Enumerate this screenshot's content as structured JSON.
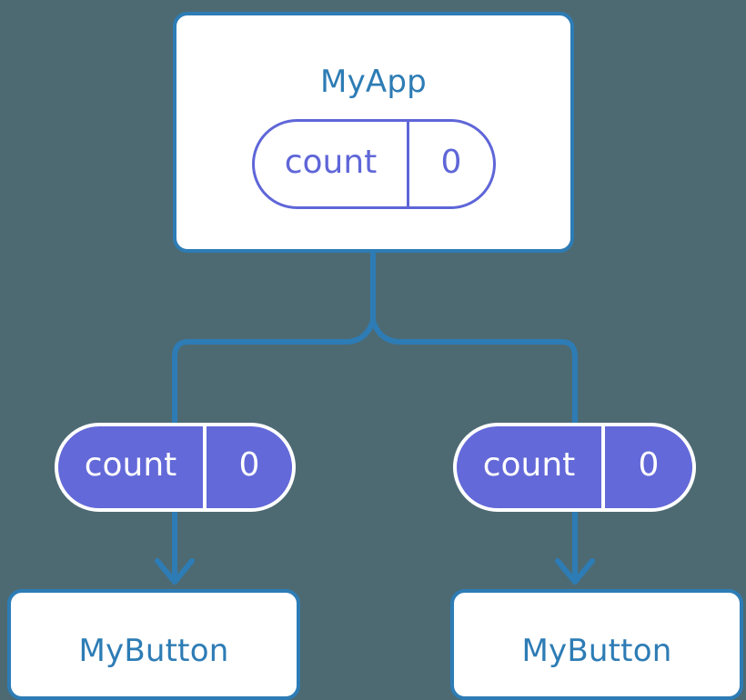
{
  "diagram": {
    "title_text": "MyApp",
    "background_color": "#4d6a73",
    "accent_blue": "#2d7cb5",
    "accent_purple": "#6369d8",
    "nodes": {
      "root": {
        "label": "MyApp",
        "state": {
          "key": "count",
          "value": "0"
        }
      },
      "left_branch": {
        "state": {
          "key": "count",
          "value": "0"
        },
        "child_label": "MyButton"
      },
      "right_branch": {
        "state": {
          "key": "count",
          "value": "0"
        },
        "child_label": "MyButton"
      }
    }
  }
}
